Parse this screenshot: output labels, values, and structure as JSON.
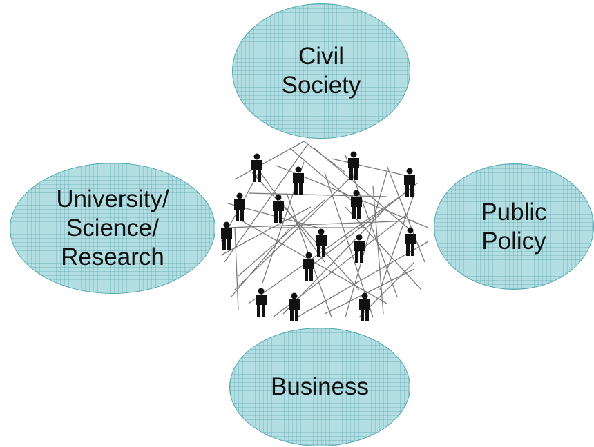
{
  "nodes": {
    "civil_society": "Civil\nSociety",
    "university": "University/\nScience/\nResearch",
    "public_policy": "Public\nPolicy",
    "business": "Business"
  },
  "colors": {
    "ellipse_fill": "#b3dfe3",
    "ellipse_border": "#4fa7b0",
    "person": "#111111",
    "link": "#888888"
  },
  "network_icon": "people-network-icon"
}
